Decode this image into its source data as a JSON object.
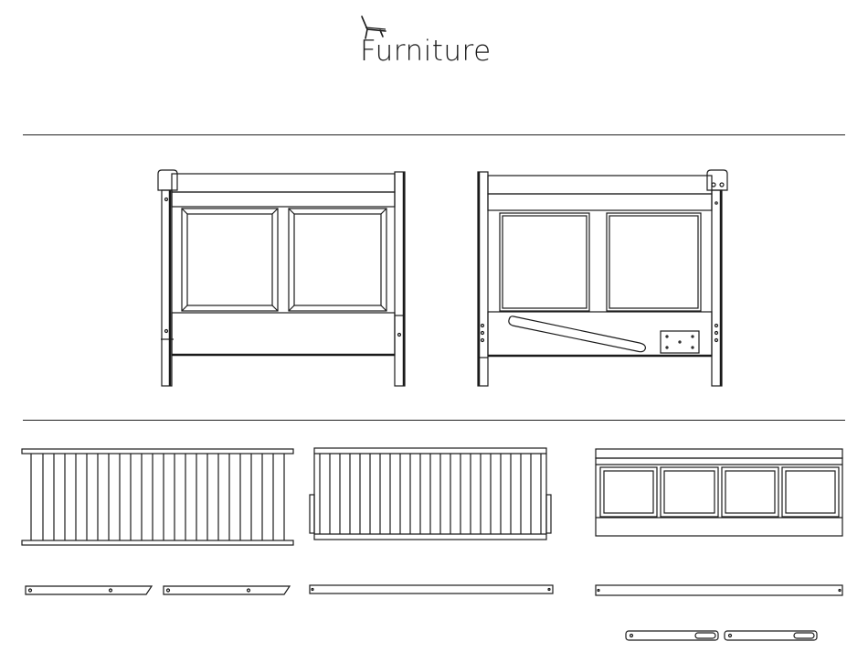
{
  "brand": {
    "name": "Furniture",
    "logo_icon": "chair-icon"
  },
  "sections": {
    "headboards": [
      "front-view",
      "back-view"
    ],
    "components": [
      "slatted-footboard-panel",
      "slatted-footboard-assembly",
      "four-panel-footboard",
      "side-rails",
      "long-rail",
      "rail-brackets"
    ]
  },
  "colors": {
    "line": "#1a1a1a",
    "background": "#ffffff"
  }
}
